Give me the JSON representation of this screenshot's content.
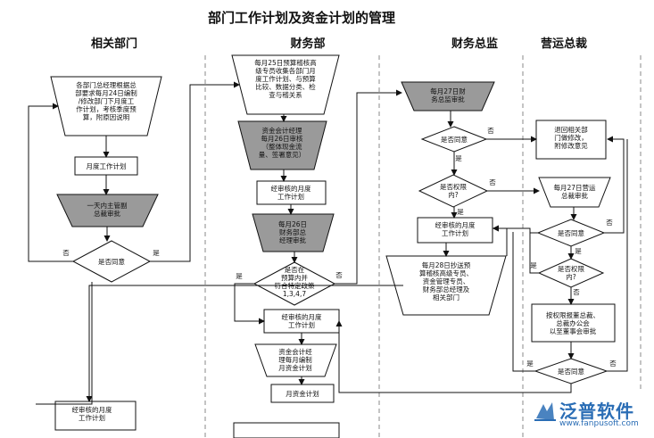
{
  "title": "部门工作计划及资金计划的管理",
  "lanes": [
    "相关部门",
    "财务部",
    "财务总监",
    "营运总裁"
  ],
  "nodes": {
    "d1_collect": "各部门总经理根据总\n部要求每月24日编制\n/修改部门下月度工\n作计划，考核季度预\n算，附原因说明",
    "d1_plan": "月度工作计划",
    "d1_review": "一天内主管副\n总裁审批",
    "d1_agree": "是否同意",
    "d1_final": "经审核的月度\n工作计划",
    "f_collect": "每月25日预算稽核高\n级专员收集各部门月\n度工作计划、与预算\n比较、数据分类、检\n查与稽关系",
    "f_accountant": "资金会计经理\n每月26日审核\n（整体现金流\n量、签署意见）",
    "f_reviewed": "经审核的月度\n工作计划",
    "f_26": "每月26日\n财务部总\n经理审批",
    "f_budget": "是否在\n预算内并\n符合特定政策\n1,3,4,7",
    "f_monthly": "经审核的月度\n工作计划",
    "f_fund_compile": "资金会计经\n理每月编制\n月资金计划",
    "f_fund_plan": "月资金计划",
    "c_27": "每月27日财\n务总监审批",
    "c_agree": "是否同意",
    "c_limit": "是否权限\n内?",
    "c_reviewed": "经审核的月度\n工作计划",
    "c_28": "每月28日抄送预\n算稽核高级专员、\n资金管理专员、\n财务部总经理及\n相关部门",
    "o_return": "退回相关部\n门做修改，\n附修改意见",
    "o_27": "每月27日营运\n总裁审批",
    "o_agree": "是否同意",
    "o_limit": "是否权限\n内?",
    "o_board": "按权限报董总裁、\n总裁办公会\n以至董事会审批",
    "o_agree2": "是否同意"
  },
  "labels": {
    "yes": "是",
    "no": "否"
  },
  "brand": {
    "name": "泛普软件",
    "url": "www.fanpusoft.com"
  }
}
